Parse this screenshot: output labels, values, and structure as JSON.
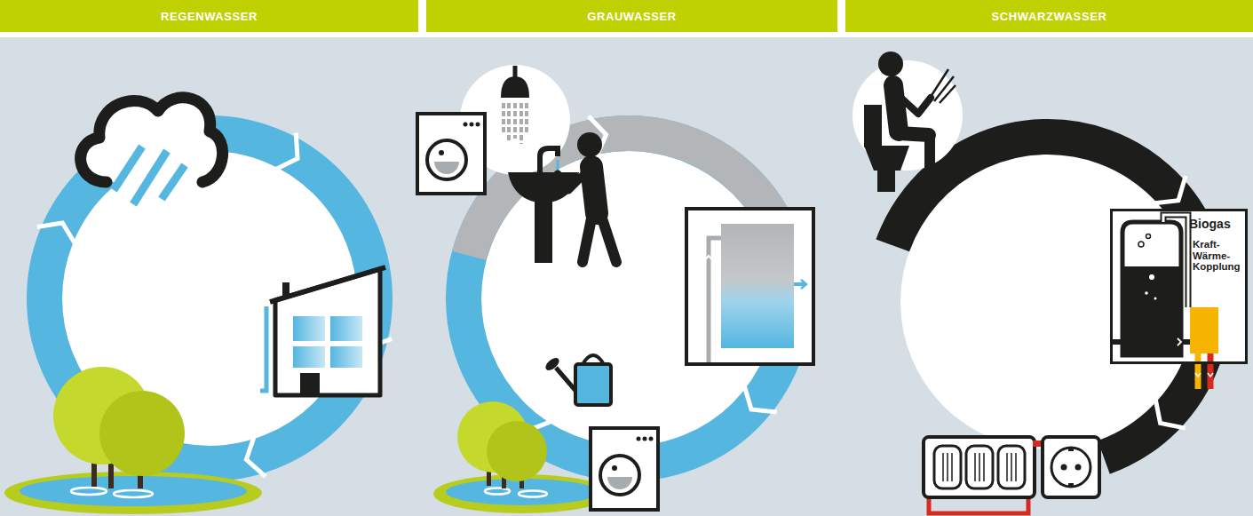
{
  "diagram": {
    "nodes": [
      {
        "text": [
          "REGENWASSER"
        ]
      },
      {
        "text": [
          "GRAUWASSER"
        ]
      },
      {
        "text": [
          "SCHWARZWASSER"
        ]
      },
      {
        "text": [
          "Biogas",
          "Kraft-Wärme-Kopplung"
        ]
      }
    ]
  }
}
